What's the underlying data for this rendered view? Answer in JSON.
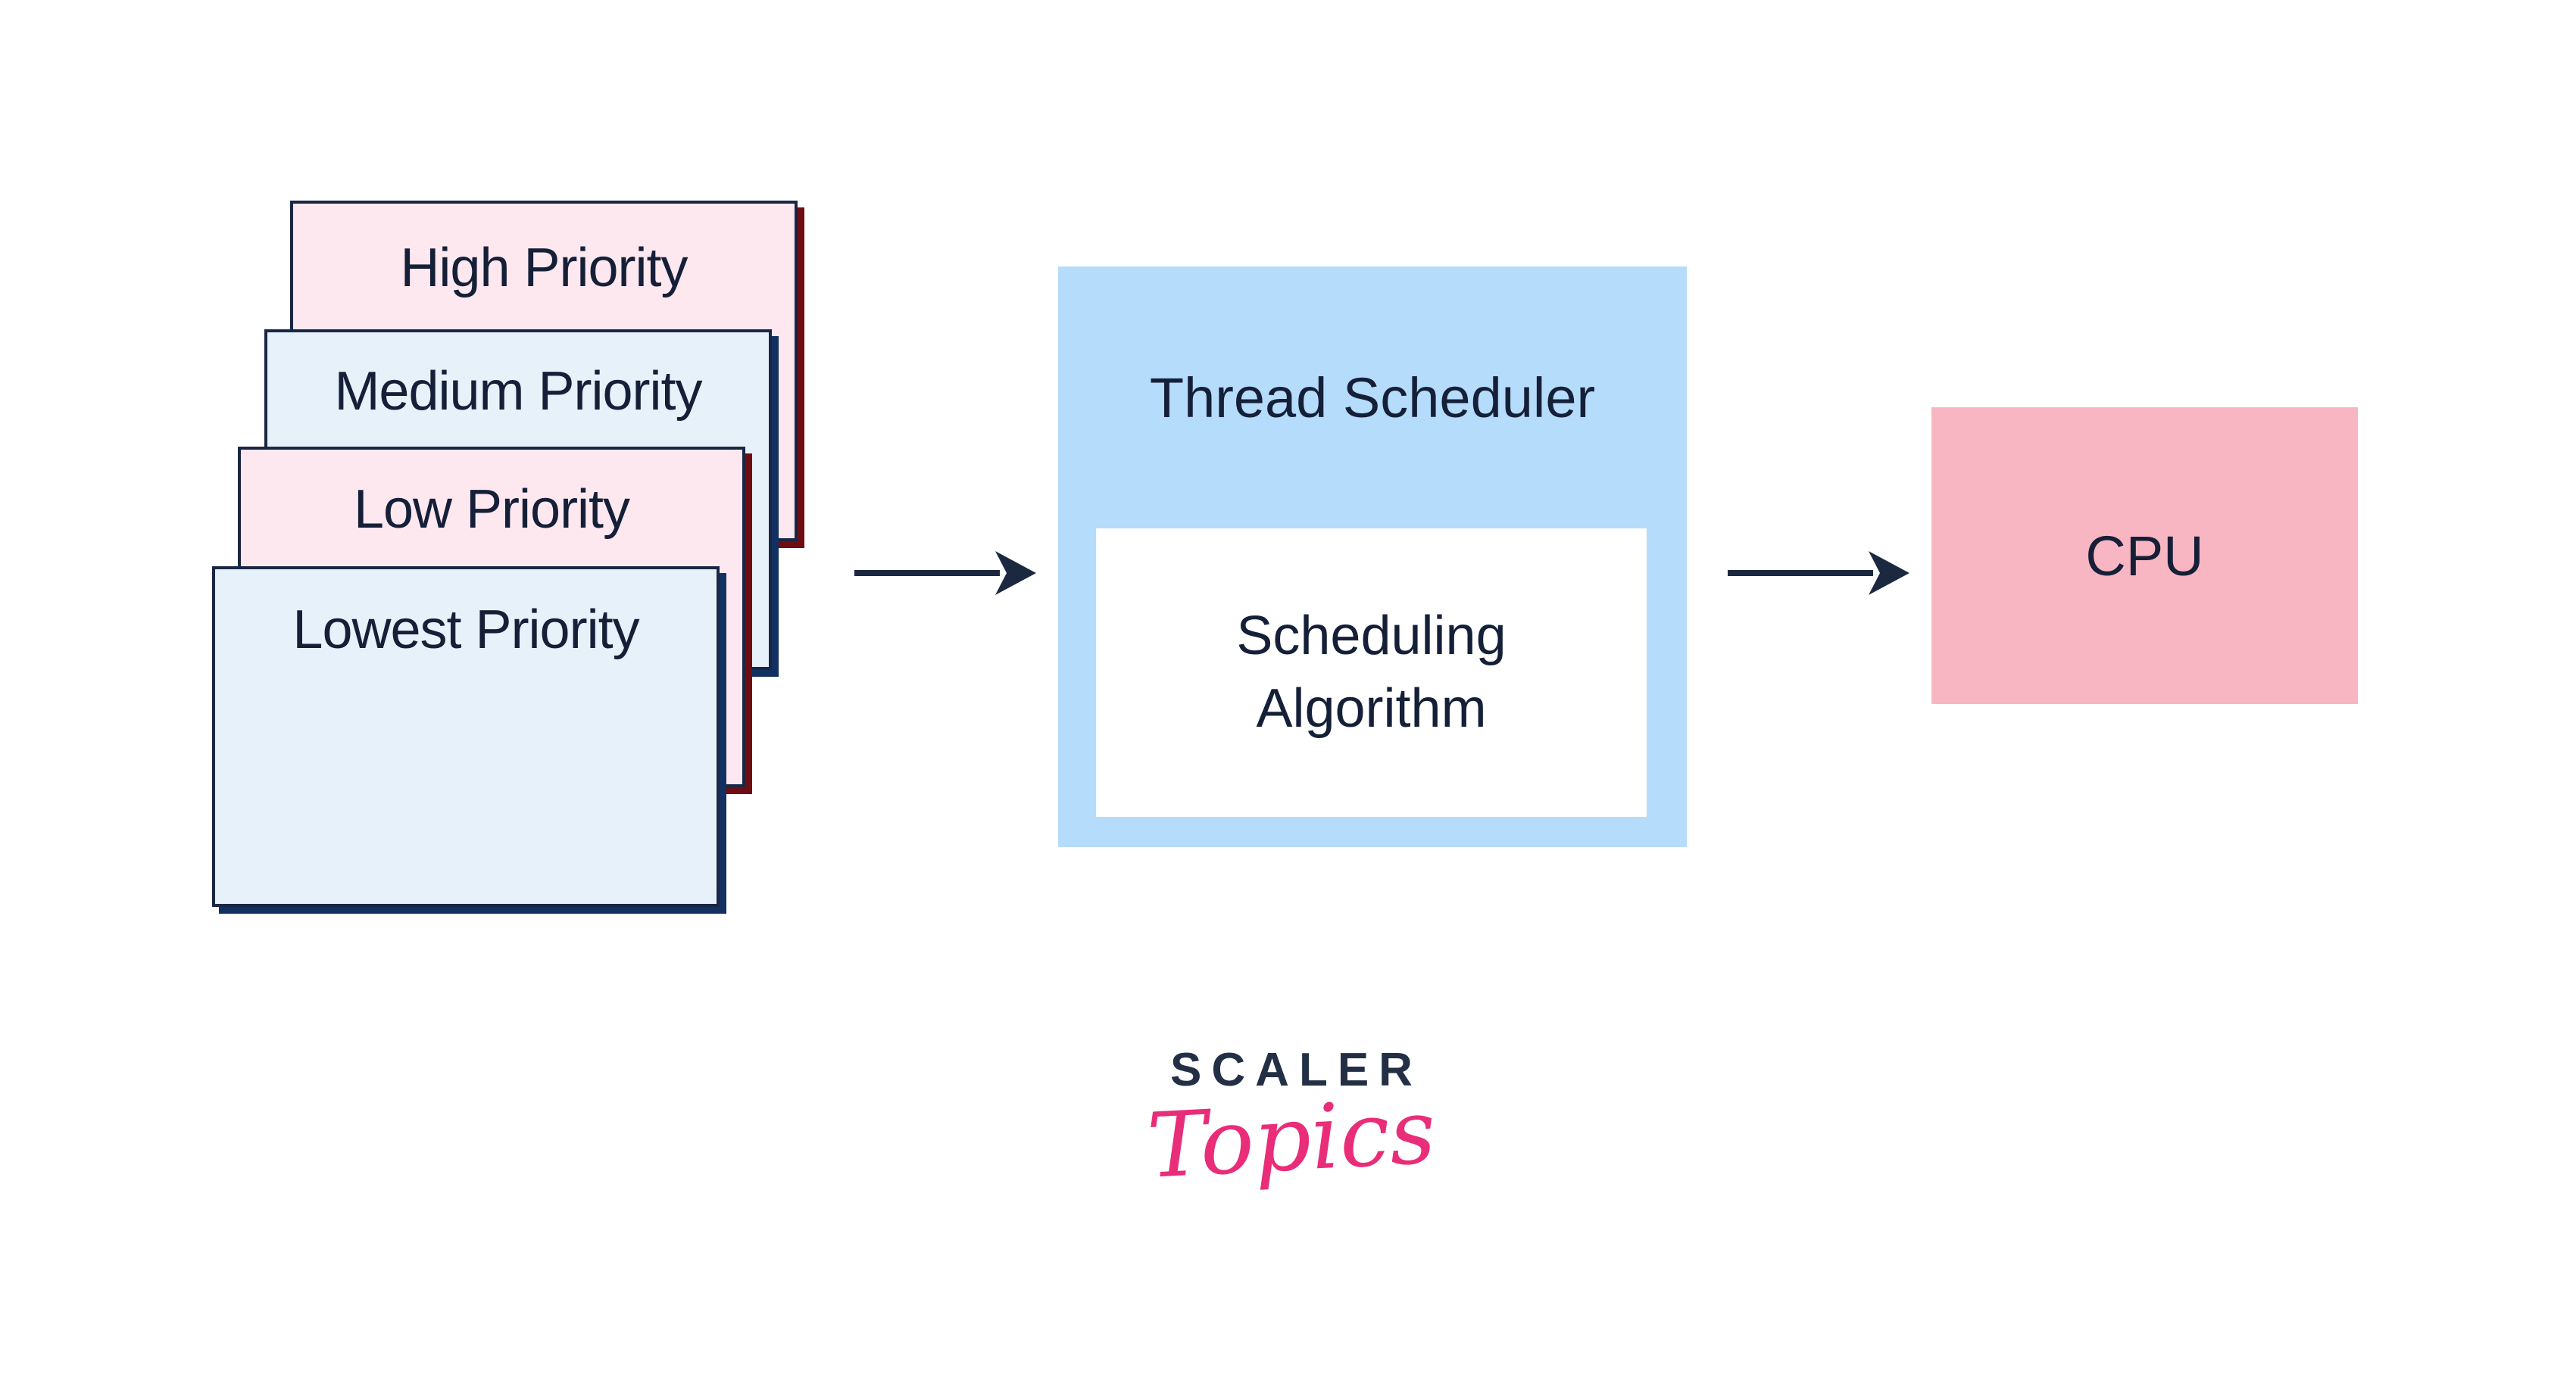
{
  "colors": {
    "background": "#ffffff",
    "inner_white": "#ffffff",
    "card_pink": "#fde8ef",
    "card_blue": "#e7f1fa",
    "card_border": "#1a2744",
    "shadow_red": "#6e0e13",
    "shadow_navy": "#123160",
    "scheduler_blue": "#b5dcfb",
    "cpu_pink": "#f8b6c3",
    "ink": "#152038",
    "arrow": "#1b2840",
    "logo_navy": "#222f45",
    "logo_pink": "#e92d78"
  },
  "diagram": {
    "priority_queues": [
      {
        "label": "High Priority",
        "tone": "pink"
      },
      {
        "label": "Medium Priority",
        "tone": "blue"
      },
      {
        "label": "Low Priority",
        "tone": "pink"
      },
      {
        "label": "Lowest Priority",
        "tone": "blue"
      }
    ],
    "scheduler": {
      "title": "Thread Scheduler",
      "algorithm_line1": "Scheduling",
      "algorithm_line2": "Algorithm"
    },
    "cpu_label": "CPU",
    "logo": {
      "brand": "SCALER",
      "product": "Topics"
    }
  }
}
